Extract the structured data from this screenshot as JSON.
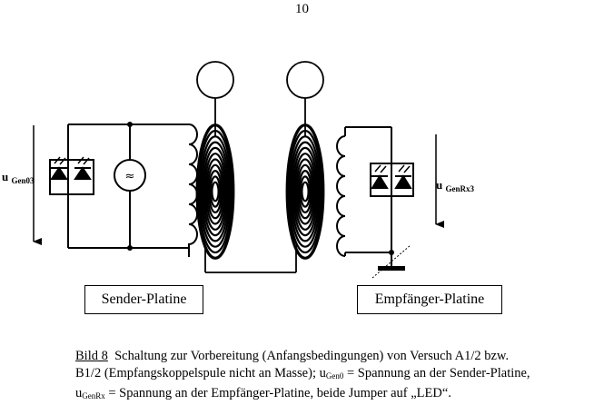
{
  "page_number": "10",
  "labels": {
    "sender_board": "Sender-Platine",
    "receiver_board": "Empfänger-Platine",
    "u_sender_main": "u",
    "u_sender_sub": "Gen03",
    "u_receiver_main": "u",
    "u_receiver_sub": "GenRx3"
  },
  "caption": {
    "title": "Bild 8",
    "line1_text": "Schaltung zur Vorbereitung (Anfangsbedingungen) von Versuch A1/2 bzw.",
    "line2_pre": "B1/2  (Empfangskoppelspule nicht an Masse); u",
    "line2_sub": "Gen0",
    "line2_post": " = Spannung an der Sender-Platine,",
    "line3_pre": "u",
    "line3_sub": "GenRx",
    "line3_post": " = Spannung an der Empfänger-Platine, beide Jumper auf „LED“."
  },
  "icons": {
    "generator": "ac-source-icon",
    "led_pair": "led-pair-icon",
    "ground": "ground-icon",
    "spiral_coil": "spiral-coil-icon"
  }
}
